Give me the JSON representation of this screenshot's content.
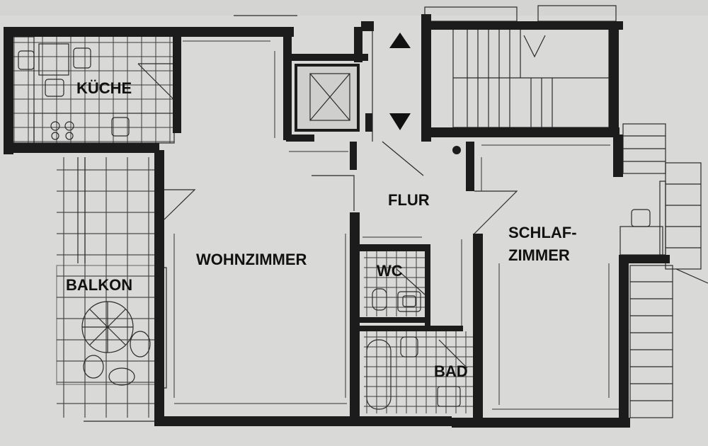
{
  "rooms": {
    "kueche": "KÜCHE",
    "balkon": "BALKON",
    "wohnzimmer": "WOHNZIMMER",
    "flur": "FLUR",
    "wc": "WC",
    "bad": "BAD",
    "schlafzimmer_line1": "SCHLAF-",
    "schlafzimmer_line2": "ZIMMER"
  },
  "colors": {
    "paper": "#d9d9d7",
    "wall": "#1c1c1c",
    "ink": "#111111"
  },
  "icons": {
    "elevator": "elevator-shaft-icon",
    "arrow_up": "stair-arrow-up-icon",
    "arrow_down": "stair-arrow-down-icon"
  }
}
